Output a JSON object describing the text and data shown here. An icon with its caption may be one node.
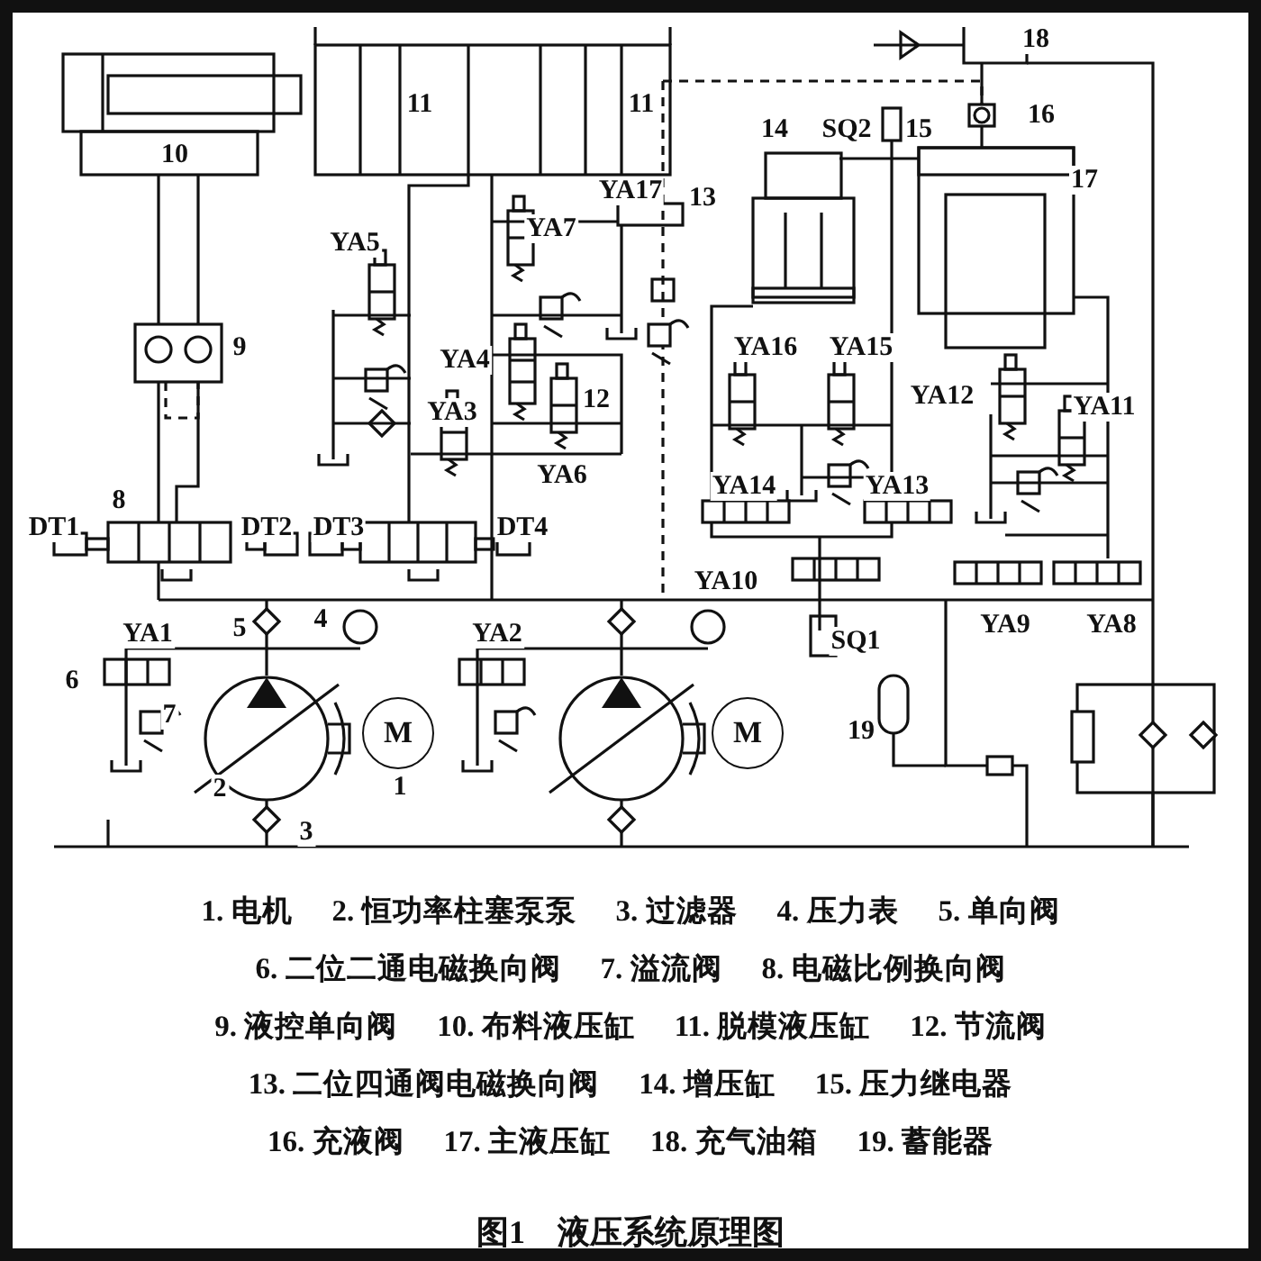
{
  "diagram": {
    "caption": "图1　液压系统原理图",
    "nodes": [
      {
        "text": [
          "M"
        ]
      },
      {
        "text": [
          "M"
        ]
      }
    ],
    "labels": [
      "18",
      "11",
      "11",
      "10",
      "14",
      "SQ2",
      "15",
      "16",
      "17",
      "YA17",
      "13",
      "YA7",
      "YA5",
      "9",
      "YA16",
      "YA15",
      "YA4",
      "YA12",
      "YA11",
      "12",
      "YA3",
      "YA6",
      "YA14",
      "YA13",
      "8",
      "DT1",
      "DT2",
      "DT3",
      "DT4",
      "YA10",
      "YA1",
      "5",
      "4",
      "YA2",
      "YA9",
      "YA8",
      "6",
      "SQ1",
      "19",
      "7",
      "2",
      "1",
      "3",
      "1. 电机",
      "2. 恒功率柱塞泵泵",
      "3. 过滤器",
      "4. 压力表",
      "5. 单向阀",
      "6. 二位二通电磁换向阀",
      "7. 溢流阀",
      "8. 电磁比例换向阀",
      "9. 液控单向阀",
      "10. 布料液压缸",
      "11. 脱模液压缸",
      "12. 节流阀",
      "13. 二位四通阀电磁换向阀",
      "14. 增压缸",
      "15. 压力继电器",
      "16. 充液阀",
      "17. 主液压缸",
      "18. 充气油箱",
      "19. 蓄能器"
    ]
  }
}
